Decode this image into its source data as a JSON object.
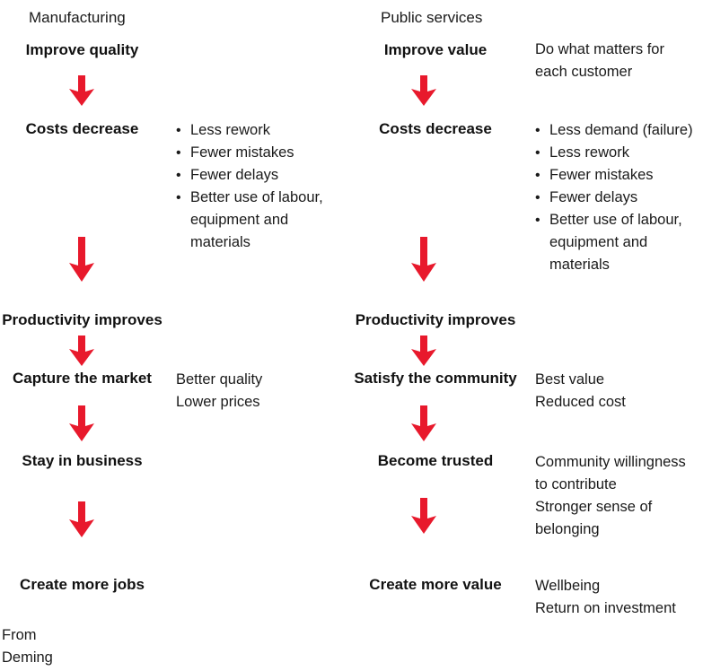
{
  "diagram": {
    "title_implicit": "Deming chain reaction - Manufacturing and Public services",
    "accent_color": "#E8192C",
    "text_color": "#1a1a1a",
    "background": "#ffffff",
    "arrow_icon_name": "down-arrow-icon"
  },
  "columns": [
    {
      "id": "manufacturing",
      "header": "Manufacturing",
      "steps": [
        {
          "label": "Improve quality"
        },
        {
          "label": "Costs decrease"
        },
        {
          "label": "Productivity improves"
        },
        {
          "label": "Capture the market"
        },
        {
          "label": "Stay in business"
        },
        {
          "label": "Create more jobs"
        }
      ],
      "notes": {
        "improve": [],
        "costs_bullets": [
          "Less rework",
          "Fewer mistakes",
          "Fewer delays",
          "Better use of labour, equipment and materials"
        ],
        "capture": [
          "Better quality",
          "Lower prices"
        ],
        "trusted": [],
        "create": []
      }
    },
    {
      "id": "public-services",
      "header": "Public services",
      "steps": [
        {
          "label": "Improve value"
        },
        {
          "label": "Costs decrease"
        },
        {
          "label": "Productivity improves"
        },
        {
          "label": "Satisfy the community"
        },
        {
          "label": "Become trusted"
        },
        {
          "label": "Create more value"
        }
      ],
      "notes": {
        "improve": [
          "Do what matters for",
          "each customer"
        ],
        "costs_bullets": [
          "Less demand (failure)",
          "Less rework",
          "Fewer mistakes",
          "Fewer delays",
          "Better use of labour, equipment and materials"
        ],
        "satisfy": [
          "Best value",
          "Reduced cost"
        ],
        "trusted": [
          "Community willingness",
          "to contribute",
          "Stronger sense of",
          "belonging"
        ],
        "create": [
          "Wellbeing",
          "Return on investment"
        ]
      }
    }
  ],
  "credit": {
    "line1": "From",
    "line2": "Deming"
  }
}
